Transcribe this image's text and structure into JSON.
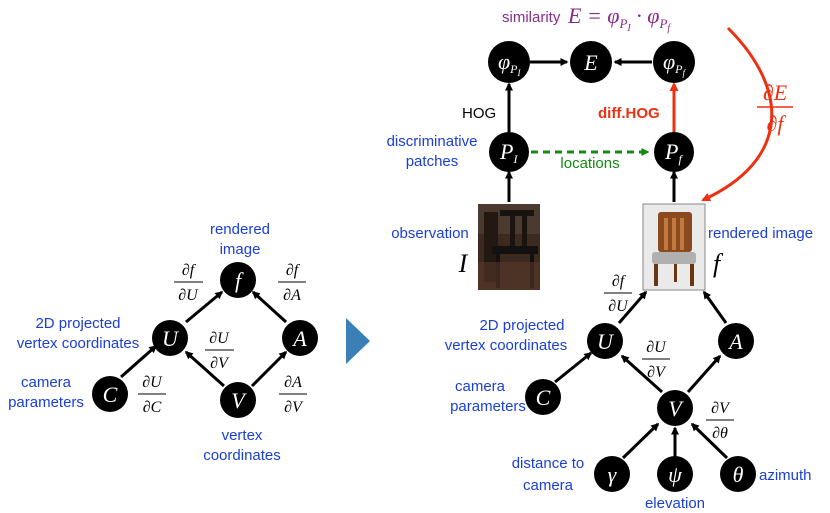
{
  "colors": {
    "node_fill": "#000000",
    "label_blue": "#1a3fd6",
    "label_purple": "#8a2b8a",
    "diff_red": "#ee2f10",
    "locations_green": "#148a14",
    "separator_arrow": "#3a7fb5"
  },
  "left": {
    "nodes": {
      "f": "f",
      "U": "U",
      "A": "A",
      "C": "C",
      "V": "V"
    },
    "labels": {
      "rendered_image_line1": "rendered",
      "rendered_image_line2": "image",
      "projected_line1": "2D projected",
      "projected_line2": "vertex coordinates",
      "camera_line1": "camera",
      "camera_line2": "parameters",
      "vertex_line1": "vertex",
      "vertex_line2": "coordinates"
    },
    "derivatives": {
      "df_dU_num": "∂f",
      "df_dU_den": "∂U",
      "df_dA_num": "∂f",
      "df_dA_den": "∂A",
      "dU_dV_num": "∂U",
      "dU_dV_den": "∂V",
      "dU_dC_num": "∂U",
      "dU_dC_den": "∂C",
      "dA_dV_num": "∂A",
      "dA_dV_den": "∂V"
    }
  },
  "right": {
    "nodes": {
      "phi_PI": "φ",
      "phi_PI_sub": "P",
      "phi_PI_subsub": "I",
      "E": "E",
      "phi_Pf": "φ",
      "phi_Pf_sub": "P",
      "phi_Pf_subsub": "f",
      "PI": "P",
      "PI_sub": "I",
      "Pf": "P",
      "Pf_sub": "f",
      "U": "U",
      "A": "A",
      "C": "C",
      "V": "V",
      "gamma": "γ",
      "psi": "ψ",
      "theta": "θ"
    },
    "labels": {
      "similarity": "similarity",
      "similarity_eq": "E = φ",
      "similarity_eq_mid": " · φ",
      "hog": "HOG",
      "diff_hog": "diff.HOG",
      "discriminative_line1": "discriminative",
      "discriminative_line2": "patches",
      "locations": "locations",
      "observation": "observation",
      "observation_var": "I",
      "rendered_image": "rendered image",
      "rendered_var": "f",
      "projected_line1": "2D projected",
      "projected_line2": "vertex coordinates",
      "camera_line1": "camera",
      "camera_line2": "parameters",
      "distance_line1": "distance to",
      "distance_line2": "camera",
      "elevation": "elevation",
      "azimuth": "azimuth"
    },
    "derivatives": {
      "dE_df_num": "∂E",
      "dE_df_den": "∂f",
      "df_dU_num": "∂f",
      "df_dU_den": "∂U",
      "dU_dV_num": "∂U",
      "dU_dV_den": "∂V",
      "dV_dtheta_num": "∂V",
      "dV_dtheta_den": "∂θ"
    }
  }
}
